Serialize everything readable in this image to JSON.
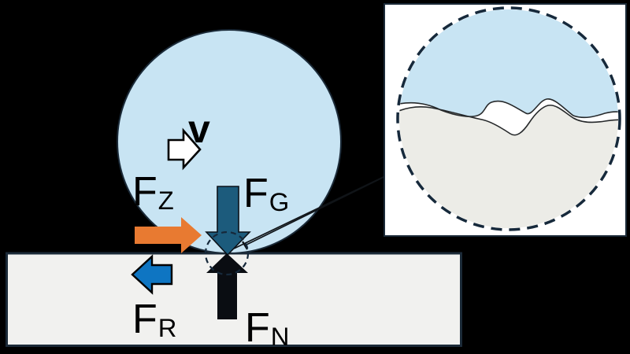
{
  "diagram": {
    "labels": {
      "velocity": {
        "main": "v"
      },
      "driving": {
        "main": "F",
        "sub": "Z"
      },
      "gravity": {
        "main": "F",
        "sub": "G"
      },
      "rolling": {
        "main": "F",
        "sub": "R"
      },
      "normal": {
        "main": "F",
        "sub": "N"
      }
    },
    "colors": {
      "background": "#000000",
      "ball_fill": "#c8e4f3",
      "ball_stroke": "#1b2a38",
      "ground_fill": "#f1f1ef",
      "ground_stroke": "#1b2a38",
      "arrow_orange": "#e87a31",
      "arrow_blue": "#0e75c2",
      "arrow_teal": "#1c5b7c",
      "arrow_black": "#0a0d12",
      "arrow_white": "#ffffff",
      "inset_bg": "#ffffff",
      "inset_surface_gray": "#ecece7",
      "dashed_stroke": "#16293b",
      "label_color": "#000000"
    }
  }
}
